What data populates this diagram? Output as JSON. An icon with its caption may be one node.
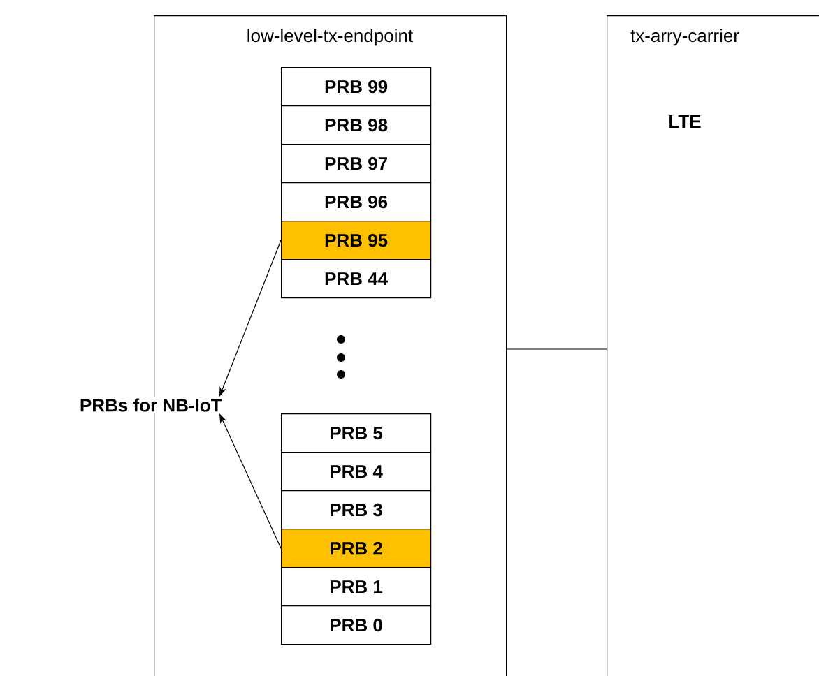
{
  "diagram": {
    "nodes": [
      {
        "text": [
          "low-level-tx-endpoint"
        ]
      },
      {
        "text": [
          "PRB 99"
        ],
        "in": 0
      },
      {
        "text": [
          "PRB 98"
        ],
        "in": 0
      },
      {
        "text": [
          "PRB 97"
        ],
        "in": 0
      },
      {
        "text": [
          "PRB 96"
        ],
        "in": 0
      },
      {
        "text": [
          "PRB 95"
        ],
        "in": 0
      },
      {
        "text": [
          "PRB 44"
        ],
        "in": 0
      },
      {
        "text": [
          "PRB 5"
        ],
        "in": 0
      },
      {
        "text": [
          "PRB 4"
        ],
        "in": 0
      },
      {
        "text": [
          "PRB 3"
        ],
        "in": 0
      },
      {
        "text": [
          "PRB 2"
        ],
        "in": 0
      },
      {
        "text": [
          "PRB 1"
        ],
        "in": 0
      },
      {
        "text": [
          "PRB 0"
        ],
        "in": 0
      },
      {
        "text": [
          "tx-arry-carrier",
          "LTE"
        ]
      },
      {
        "text": [
          "PRBs for NB-IoT"
        ]
      }
    ],
    "edges": [
      {
        "from": 5,
        "to": 14,
        "arrow": "to"
      },
      {
        "from": 10,
        "to": 14,
        "arrow": "to"
      },
      {
        "from": 0,
        "to": 13,
        "arrow": "none"
      }
    ]
  }
}
